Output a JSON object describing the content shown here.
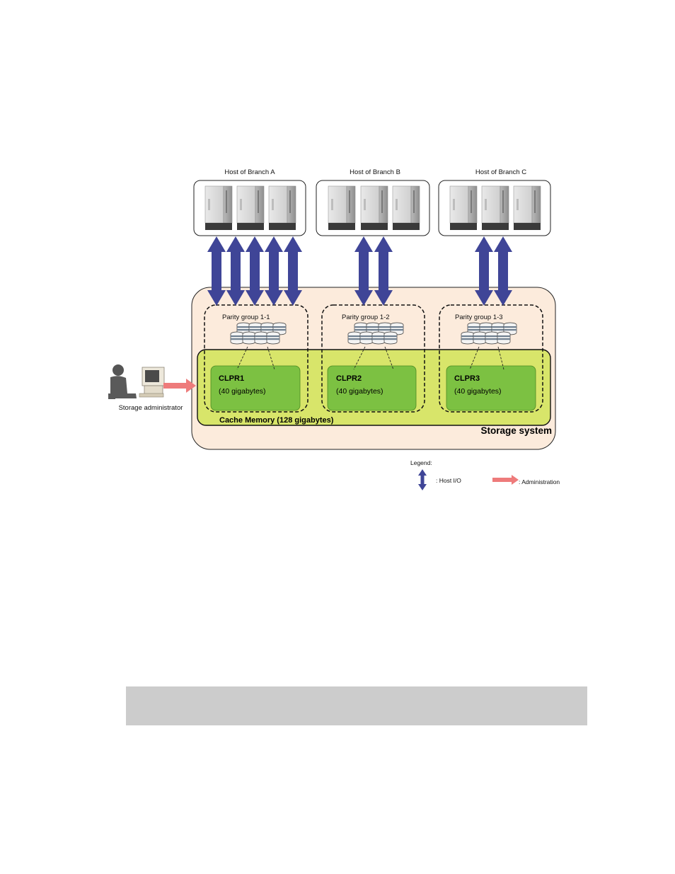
{
  "hosts": [
    {
      "label": "Host of Branch A",
      "servers": 3,
      "io_links": 5
    },
    {
      "label": "Host of Branch B",
      "servers": 3,
      "io_links": 2
    },
    {
      "label": "Host of Branch C",
      "servers": 3,
      "io_links": 2
    }
  ],
  "parity_groups": [
    {
      "label": "Parity group 1-1"
    },
    {
      "label": "Parity group 1-2"
    },
    {
      "label": "Parity group 1-3"
    }
  ],
  "clprs": [
    {
      "name": "CLPR1",
      "size": "(40 gigabytes)"
    },
    {
      "name": "CLPR2",
      "size": "(40 gigabytes)"
    },
    {
      "name": "CLPR3",
      "size": "(40 gigabytes)"
    }
  ],
  "cache_memory_label": "Cache Memory (128 gigabytes)",
  "storage_system_label": "Storage system",
  "administrator_label": "Storage administrator",
  "legend": {
    "title": "Legend:",
    "host_io": ": Host I/O",
    "administration": ": Administration"
  },
  "colors": {
    "io_arrow": "#3f4597",
    "admin_arrow": "#ee7b7b",
    "storage_fill": "#fcebdc",
    "cache_fill": "#d8e56a",
    "clpr_fill": "#7cc142"
  }
}
